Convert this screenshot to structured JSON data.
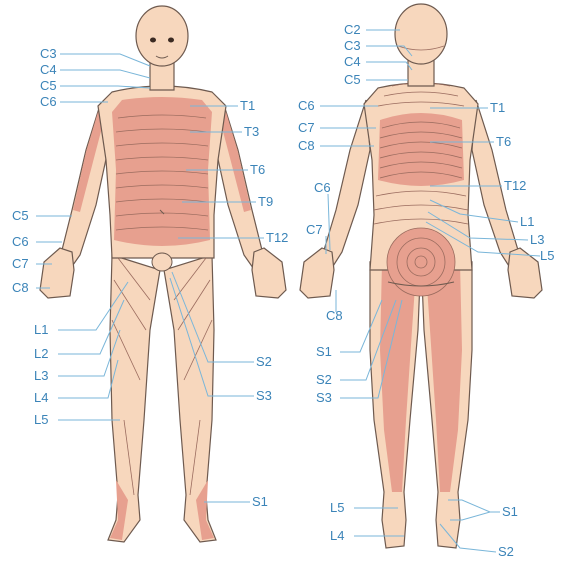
{
  "colors": {
    "skin": "#f7d7bd",
    "skin_outline": "#6e5a4f",
    "band": "#e7a08f",
    "band_line": "#9a6b5e",
    "label": "#3b84b8",
    "leader": "#7ab6d9"
  },
  "front_labels": {
    "left": [
      "C3",
      "C4",
      "C5",
      "C6",
      "C5",
      "C6",
      "C7",
      "C8",
      "L1",
      "L2",
      "L3",
      "L4",
      "L5"
    ],
    "right": [
      "T1",
      "T3",
      "T6",
      "T9",
      "T12",
      "S2",
      "S3",
      "S1"
    ]
  },
  "back_labels": {
    "left": [
      "C2",
      "C3",
      "C4",
      "C5",
      "C6",
      "C7",
      "C8",
      "C6",
      "C7",
      "C8",
      "S1",
      "S2",
      "S3",
      "L5",
      "L4"
    ],
    "right": [
      "T1",
      "T6",
      "T12",
      "L1",
      "L3",
      "L5",
      "S1",
      "S2"
    ]
  }
}
